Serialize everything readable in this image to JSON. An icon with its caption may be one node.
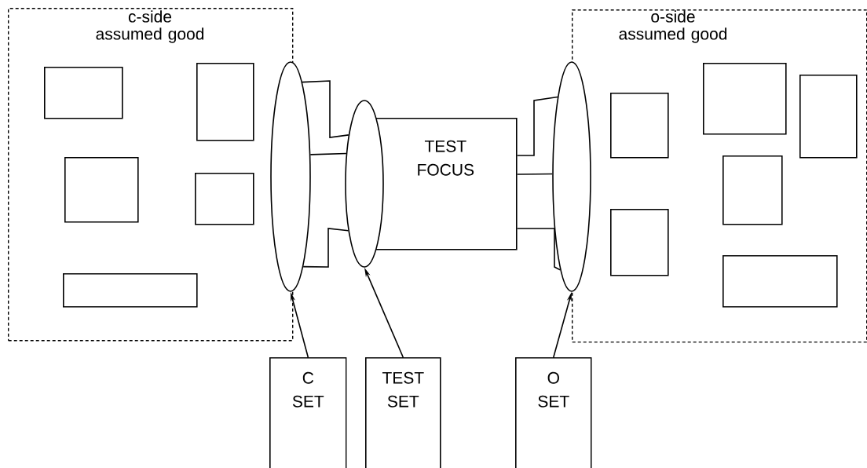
{
  "diagram": {
    "nodes": [
      {
        "text": [
          "c-side assumed good"
        ]
      },
      {
        "text": [],
        "shape": "box",
        "in": 0
      },
      {
        "text": [],
        "shape": "box",
        "in": 0
      },
      {
        "text": [],
        "shape": "box",
        "in": 0
      },
      {
        "text": [],
        "shape": "box",
        "in": 0
      },
      {
        "text": [],
        "shape": "box",
        "in": 0
      },
      {
        "text": [],
        "shape": "ellipse"
      },
      {
        "text": [],
        "shape": "ellipse"
      },
      {
        "text": [
          "TEST FOCUS"
        ]
      },
      {
        "text": [],
        "shape": "ellipse"
      },
      {
        "text": [
          "o-side assumed good"
        ]
      },
      {
        "text": [],
        "shape": "box",
        "in": 10
      },
      {
        "text": [],
        "shape": "box",
        "in": 10
      },
      {
        "text": [],
        "shape": "box",
        "in": 10
      },
      {
        "text": [],
        "shape": "box",
        "in": 10
      },
      {
        "text": [],
        "shape": "box",
        "in": 10
      },
      {
        "text": [],
        "shape": "box",
        "in": 10
      },
      {
        "text": [
          "C SET"
        ]
      },
      {
        "text": [
          "TEST SET"
        ]
      },
      {
        "text": [
          "O SET"
        ]
      }
    ],
    "edges": [
      {
        "from": 6,
        "to": 7,
        "arrow": "none"
      },
      {
        "from": 6,
        "to": 7,
        "arrow": "none"
      },
      {
        "from": 6,
        "to": 7,
        "arrow": "none"
      },
      {
        "from": 8,
        "to": 9,
        "arrow": "none"
      },
      {
        "from": 8,
        "to": 9,
        "arrow": "none"
      },
      {
        "from": 8,
        "to": 9,
        "arrow": "none"
      },
      {
        "from": 17,
        "to": 6,
        "arrow": "to"
      },
      {
        "from": 18,
        "to": 7,
        "arrow": "to"
      },
      {
        "from": 19,
        "to": 9,
        "arrow": "to"
      }
    ]
  }
}
